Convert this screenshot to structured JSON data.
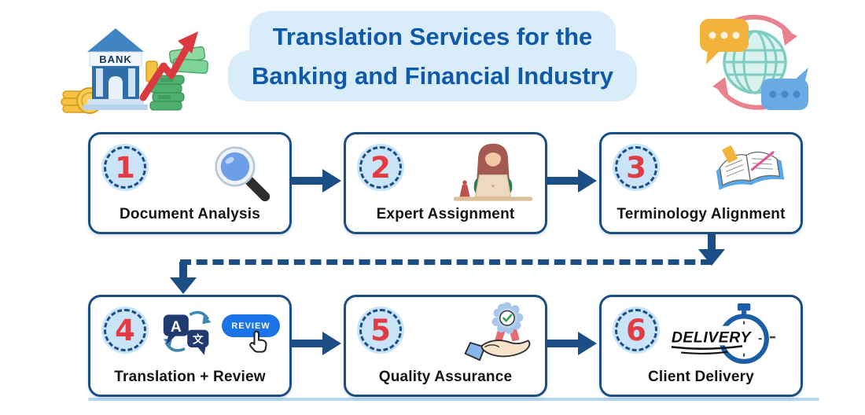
{
  "title": {
    "line1": "Translation Services for the",
    "line2": "Banking and Financial Industry"
  },
  "header_art": {
    "bank_sign": "BANK"
  },
  "steps": [
    {
      "number": "1",
      "label": "Document Analysis"
    },
    {
      "number": "2",
      "label": "Expert Assignment"
    },
    {
      "number": "3",
      "label": "Terminology Alignment"
    },
    {
      "number": "4",
      "label": "Translation + Review"
    },
    {
      "number": "5",
      "label": "Quality Assurance"
    },
    {
      "number": "6",
      "label": "Client Delivery"
    }
  ],
  "step4": {
    "review_button_label": "REVIEW",
    "source_char": "A",
    "target_char": "文"
  },
  "step6": {
    "delivery_label": "DELIVERY"
  },
  "colors": {
    "navy": "#1a4e85",
    "title_blue": "#0e59a9",
    "title_bg": "#d9ecfa",
    "badge_bg": "#c9e3f7",
    "number_red": "#e23b41",
    "review_blue": "#1a74e8"
  }
}
